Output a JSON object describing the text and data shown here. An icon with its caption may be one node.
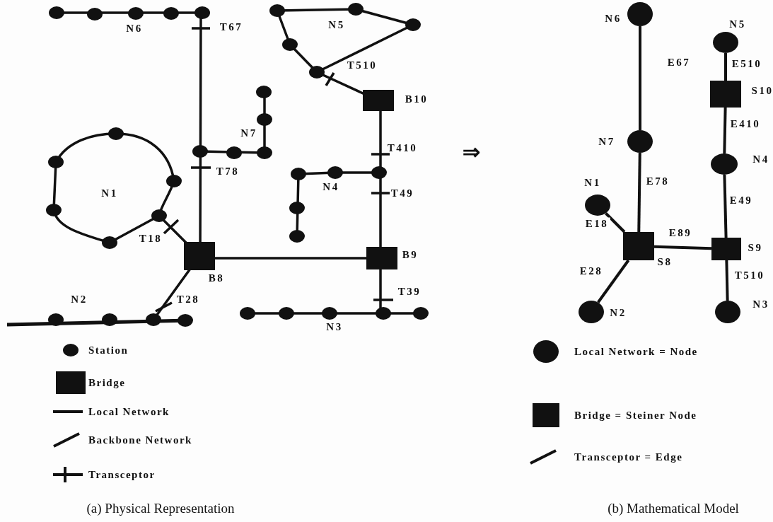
{
  "diagram": {
    "nodes": [
      {
        "text": [],
        "shape": "circle",
        "beside": [
          "N6"
        ]
      },
      {
        "text": [],
        "shape": "circle",
        "beside": [
          "N5"
        ]
      },
      {
        "text": [],
        "shape": "box",
        "beside": [
          "S10"
        ]
      },
      {
        "text": [],
        "shape": "circle",
        "beside": [
          "N7"
        ]
      },
      {
        "text": [],
        "shape": "circle",
        "beside": [
          "N4"
        ]
      },
      {
        "text": [],
        "shape": "circle",
        "beside": [
          "N1"
        ]
      },
      {
        "text": [],
        "shape": "box",
        "beside": [
          "S8"
        ]
      },
      {
        "text": [],
        "shape": "box",
        "beside": [
          "S9"
        ]
      },
      {
        "text": [],
        "shape": "circle",
        "beside": [
          "N2"
        ]
      },
      {
        "text": [],
        "shape": "circle",
        "beside": [
          "N3"
        ]
      }
    ],
    "edges": [
      {
        "from": 0,
        "to": 3,
        "arrow": "none",
        "label": "E67"
      },
      {
        "from": 1,
        "to": 2,
        "arrow": "none",
        "label": "E510"
      },
      {
        "from": 2,
        "to": 4,
        "arrow": "none",
        "label": "E410"
      },
      {
        "from": 3,
        "to": 6,
        "arrow": "none",
        "label": "E78"
      },
      {
        "from": 4,
        "to": 7,
        "arrow": "none",
        "label": "E49"
      },
      {
        "from": 5,
        "to": 6,
        "arrow": "none",
        "label": "E18"
      },
      {
        "from": 6,
        "to": 7,
        "arrow": "none",
        "label": "E89"
      },
      {
        "from": 6,
        "to": 8,
        "arrow": "none",
        "label": "E28"
      },
      {
        "from": 7,
        "to": 9,
        "arrow": "none",
        "label": "T510"
      }
    ],
    "labels": [
      "N6",
      "T67",
      "N5",
      "T510",
      "B10",
      "N7",
      "T410",
      "N1",
      "T78",
      "N4",
      "T49",
      "T18",
      "B8",
      "B9",
      "N2",
      "T28",
      "T39",
      "N3",
      "⇒",
      "(a) Physical Representation",
      "(b) Mathematical Model"
    ],
    "legend": [
      {
        "text": "Station"
      },
      {
        "text": "Bridge"
      },
      {
        "text": "Local Network"
      },
      {
        "text": "Backbone Network"
      },
      {
        "text": "Transceptor"
      },
      {
        "text": "Local Network = Node"
      },
      {
        "text": "Bridge = Steiner Node"
      },
      {
        "text": "Transceptor = Edge"
      }
    ]
  }
}
